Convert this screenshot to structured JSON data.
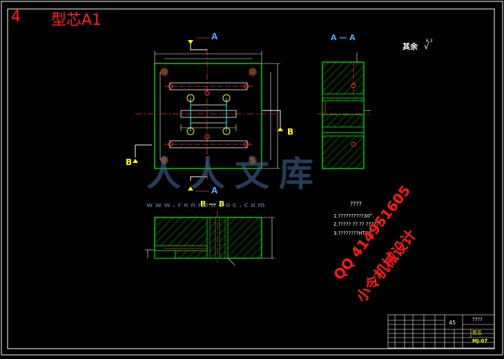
{
  "header": {
    "number": "4",
    "title": "型芯A1"
  },
  "section_labels": {
    "a_mark": "A",
    "aa": "A — A",
    "b_mark": "B",
    "bb": "B — B"
  },
  "surface_finish": {
    "text": "其余",
    "symbol": "6.3"
  },
  "watermark": {
    "logo_text": "人人文库",
    "url": "w w w . r e n r e n d o c . c o m",
    "qq": "QQ 414951605",
    "designer": "小令机械设计"
  },
  "notes": {
    "title": "????",
    "items": [
      "1.??????????30°.",
      "2.????? ?? ?? ??????",
      "3.????????HT50."
    ]
  },
  "title_block": {
    "material": "45",
    "drawing_name": "????",
    "part_name": "型芯",
    "code": "MJ-07"
  },
  "colors": {
    "frame": "#ffffff",
    "outline": "#00ff00",
    "hatch": "#00c000",
    "centerline": "#ff3030",
    "dim": "#ffffff",
    "label": "#ffff00",
    "section_label": "#4da6ff",
    "feature": "#00ffff"
  }
}
